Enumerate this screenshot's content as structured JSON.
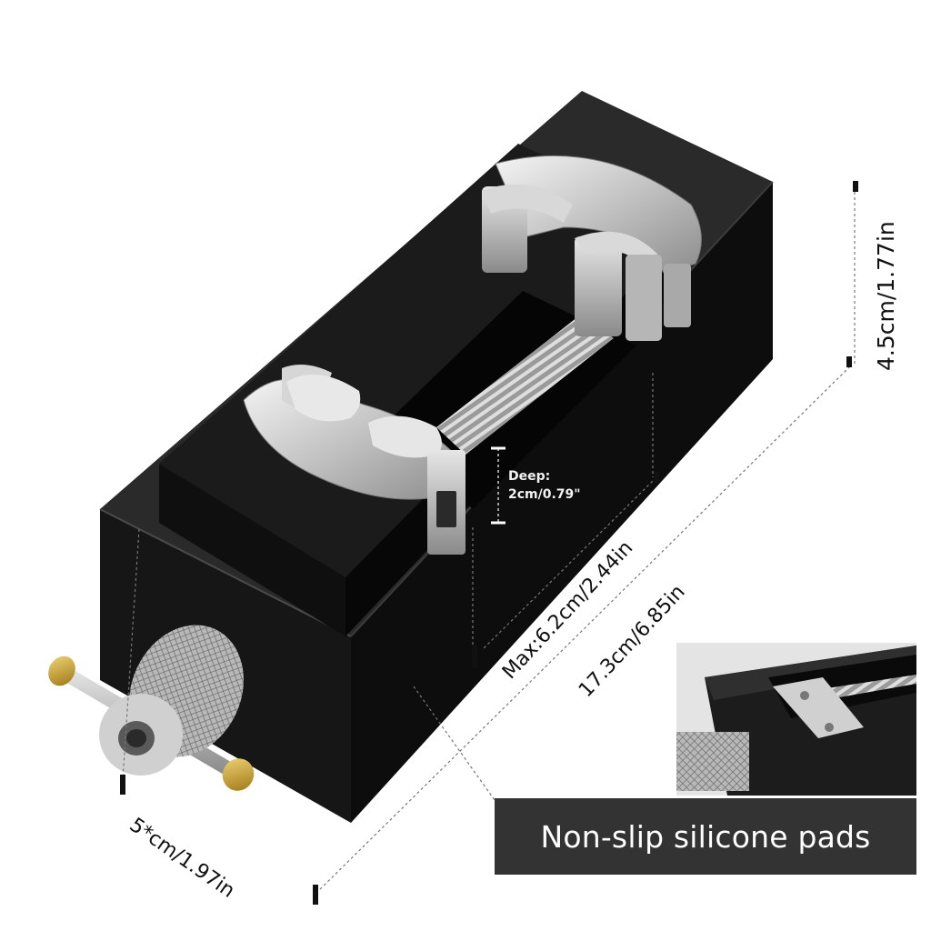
{
  "image": {
    "subject": "watch case vise holder",
    "colors": {
      "body": "#141414",
      "metal": "#c9c9c9",
      "brass": "#c9a227",
      "banner": "#333333",
      "banner_text": "#ffffff"
    }
  },
  "dimensions": {
    "height": "4.5cm/1.77in",
    "max_opening": "Max:6.2cm/2.44in",
    "length": "17.3cm/6.85in",
    "width": "5*cm/1.97in",
    "deep_title": "Deep:",
    "deep_value": "2cm/0.79\""
  },
  "callout": {
    "label": "Non-slip silicone pads"
  }
}
